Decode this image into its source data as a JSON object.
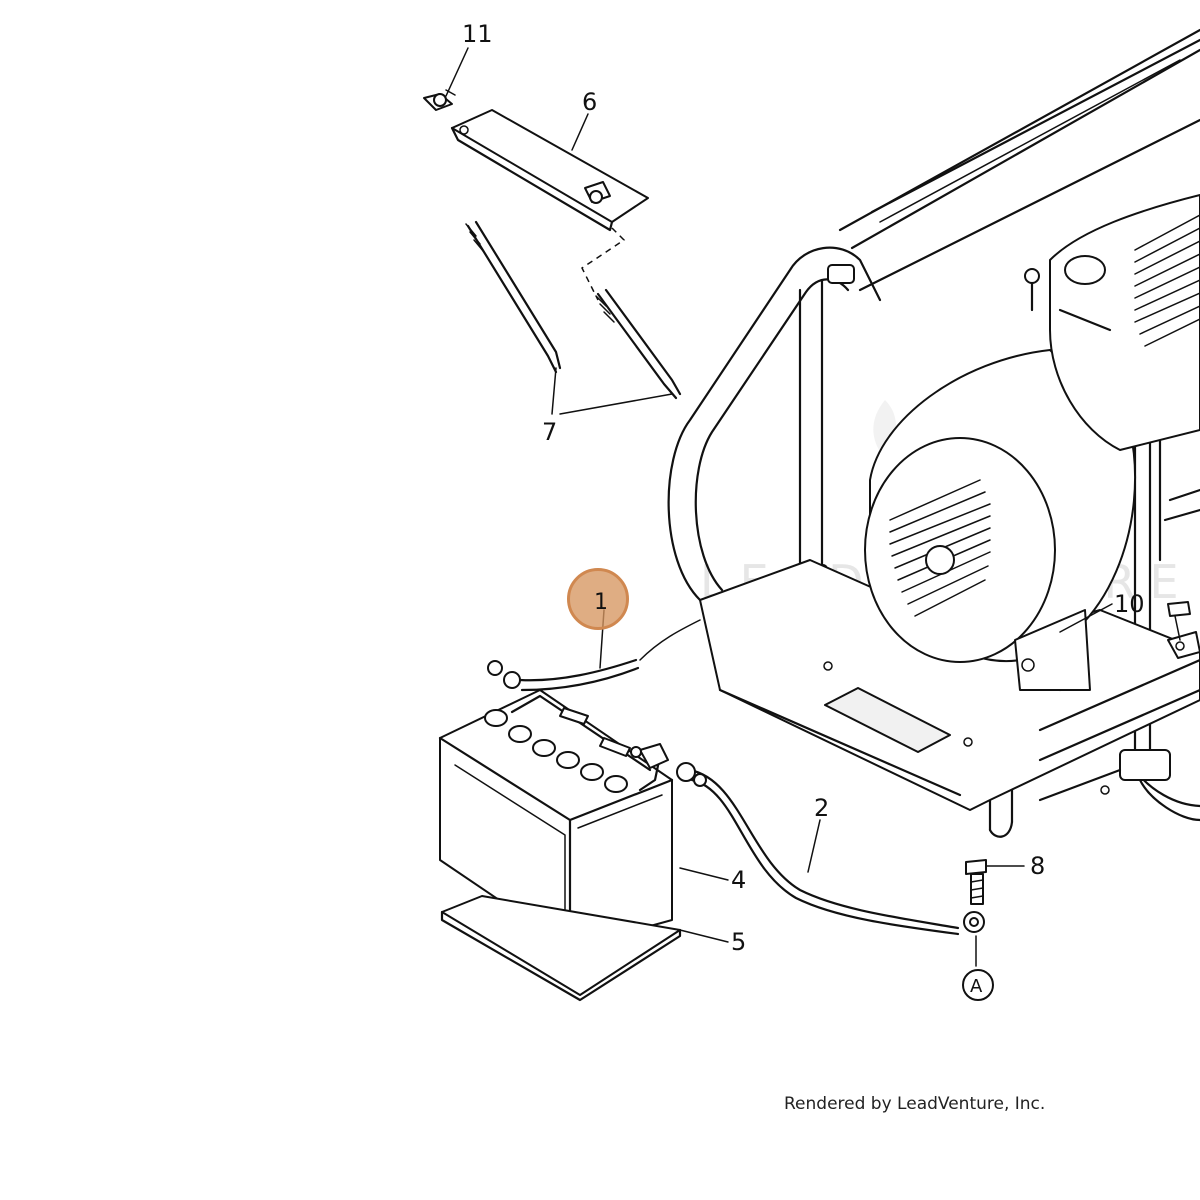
{
  "diagram": {
    "watermark_text": "LEADVENTURE",
    "callouts": {
      "c1": "1",
      "c2": "2",
      "c4": "4",
      "c5": "5",
      "c6": "6",
      "c7": "7",
      "c8": "8",
      "c10": "10",
      "c11": "11",
      "cA": "A"
    },
    "selected_part": "1",
    "highlight_color": "#d6955f"
  },
  "footer": {
    "credit": "Rendered by LeadVenture, Inc."
  }
}
